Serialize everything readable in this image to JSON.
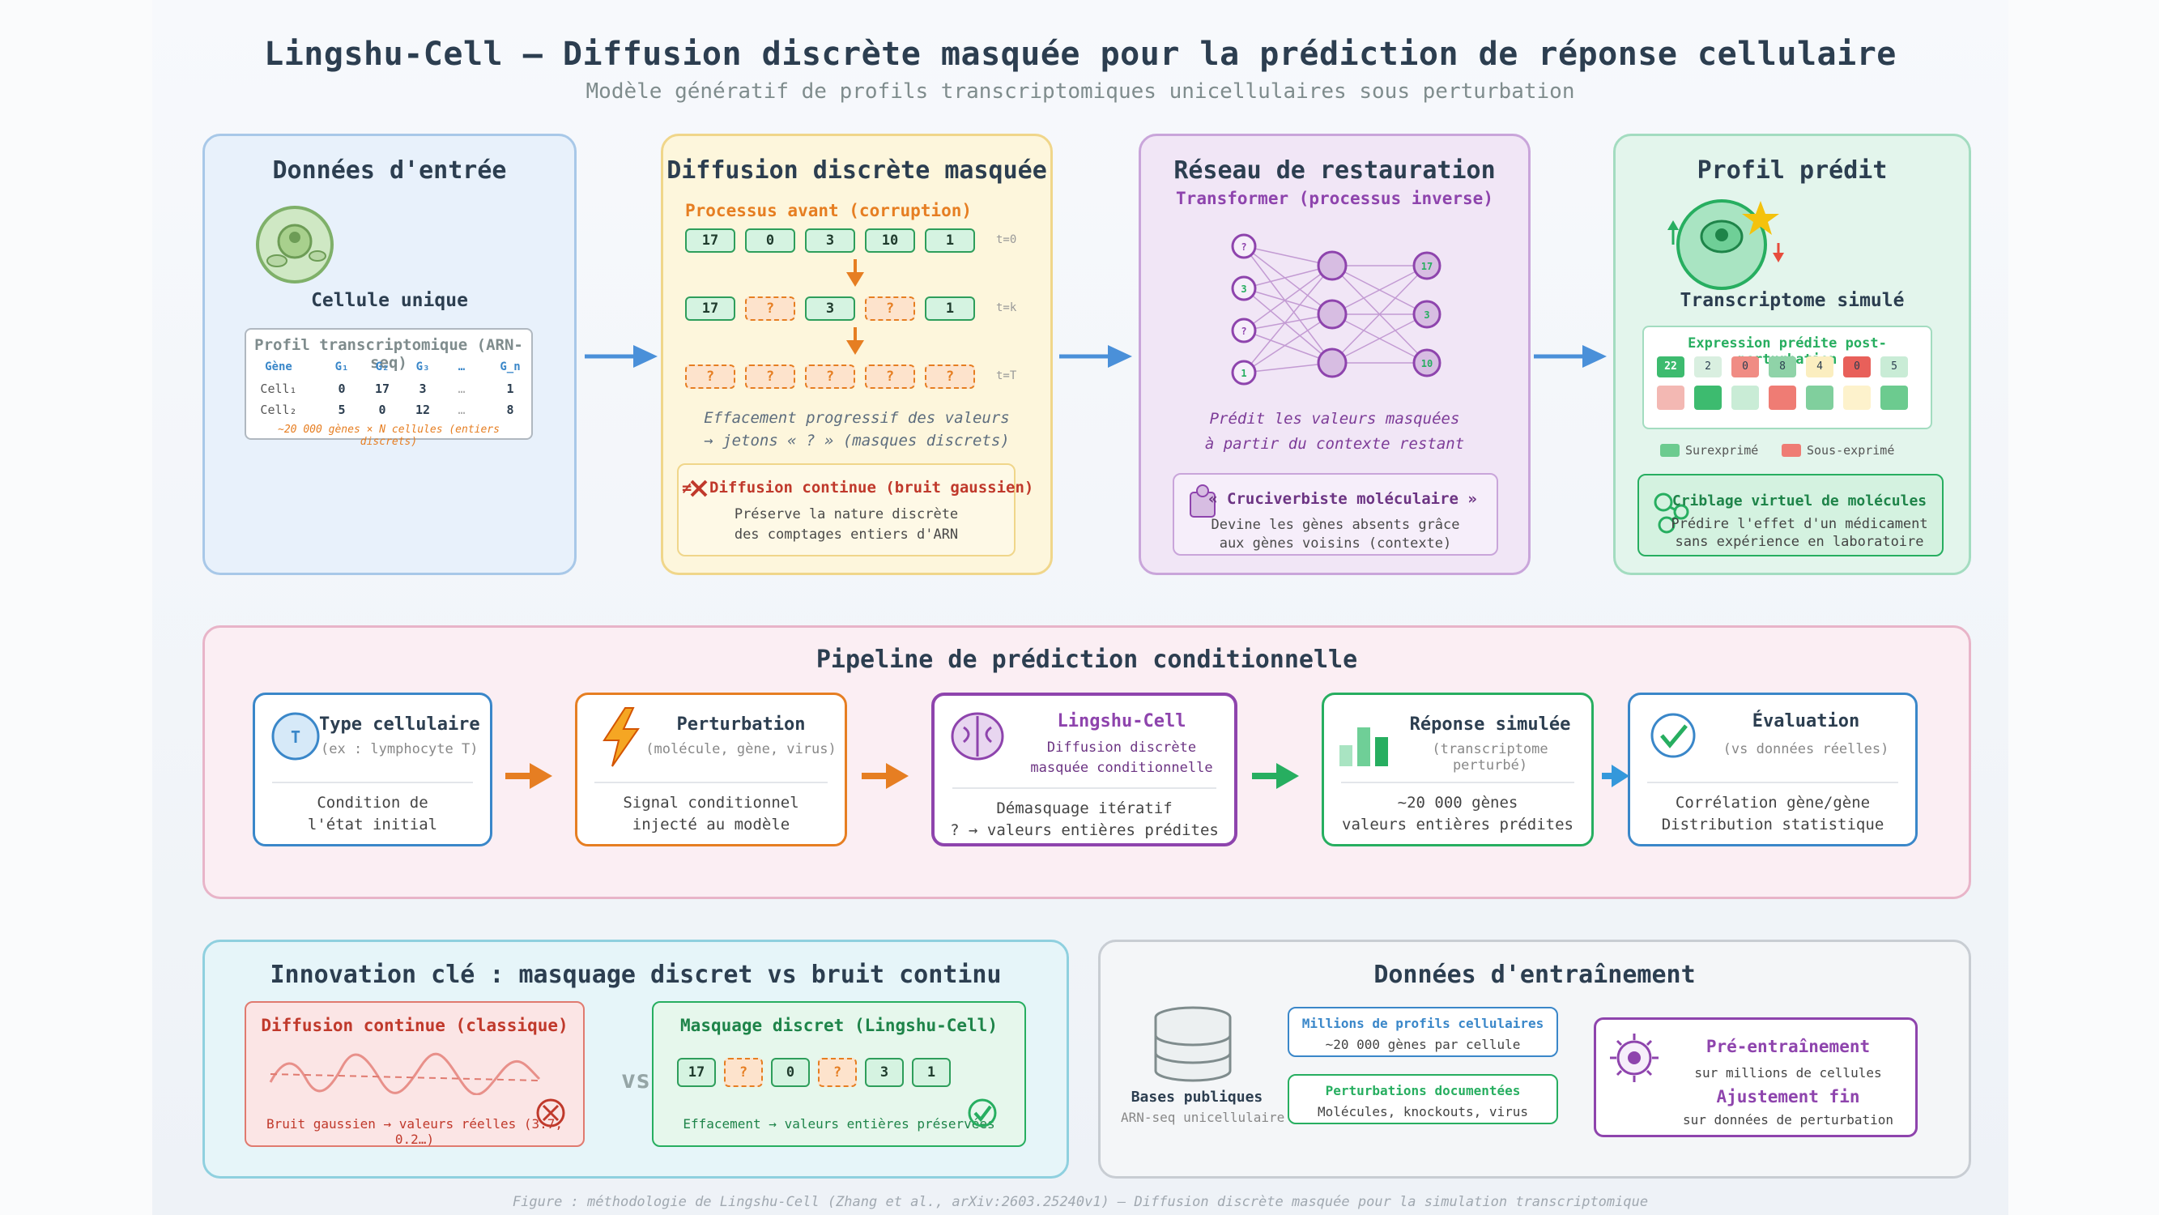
{
  "header": {
    "title": "Lingshu-Cell — Diffusion discrète masquée pour la prédiction de réponse cellulaire",
    "subtitle": "Modèle génératif de profils transcriptomiques unicellulaires sous perturbation"
  },
  "input_panel": {
    "title": "Données d'entrée",
    "cell_label": "Cellule unique",
    "table_title": "Profil transcriptomique (ARN-seq)",
    "table_header": [
      "Gène",
      "G₁",
      "G₂",
      "G₃",
      "…",
      "G_n"
    ],
    "rows": [
      [
        "Cell₁",
        "0",
        "17",
        "3",
        "…",
        "1"
      ],
      [
        "Cell₂",
        "5",
        "0",
        "12",
        "…",
        "8"
      ]
    ],
    "table_note": "~20 000 gènes × N cellules (entiers discrets)"
  },
  "diffusion_panel": {
    "title": "Diffusion discrète masquée",
    "process_label": "Processus avant (corruption)",
    "rows": [
      {
        "tokens": [
          "17",
          "0",
          "3",
          "10",
          "1"
        ],
        "masked": [
          false,
          false,
          false,
          false,
          false
        ],
        "time": "t=0"
      },
      {
        "tokens": [
          "17",
          "?",
          "3",
          "?",
          "1"
        ],
        "masked": [
          false,
          true,
          false,
          true,
          false
        ],
        "time": "t=k"
      },
      {
        "tokens": [
          "?",
          "?",
          "?",
          "?",
          "?"
        ],
        "masked": [
          true,
          true,
          true,
          true,
          true
        ],
        "time": "t=T"
      }
    ],
    "caption_1": "Effacement progressif des valeurs",
    "caption_2": "→ jetons « ? » (masques discrets)",
    "note_title": "Diffusion continue (bruit gaussien)",
    "note_symbol": "≠",
    "note_1": "Préserve la nature discrète",
    "note_2": "des comptages entiers d'ARN"
  },
  "restoration_panel": {
    "title": "Réseau de restauration",
    "subtitle": "Transformer (processus inverse)",
    "input_nodes": [
      "?",
      "3",
      "?",
      "1"
    ],
    "output_nodes": [
      "17",
      "3",
      "10"
    ],
    "caption_1": "Prédit les valeurs masquées",
    "caption_2": "à partir du contexte restant",
    "note_title": "« Cruciverbiste moléculaire »",
    "note_1": "Devine les gènes absents grâce",
    "note_2": "aux gènes voisins (contexte)"
  },
  "output_panel": {
    "title": "Profil prédit",
    "cell_label": "Transcriptome simulé",
    "heatmap_title": "Expression prédite post-perturbation",
    "heatmap_row1": [
      "22",
      "2",
      "0",
      "8",
      "4",
      "0",
      "5"
    ],
    "heatmap_colors_row1": [
      "#3dbb6f",
      "#d9efe0",
      "#f08c84",
      "#8fd3a8",
      "#fbeec0",
      "#e8605a",
      "#c9ecd6"
    ],
    "heatmap_colors_row2": [
      "#f3b8b3",
      "#3dbb6f",
      "#c9ecd6",
      "#ef7c74",
      "#80cf9d",
      "#fdf2cc",
      "#6ccb8f"
    ],
    "legend_up": "Surexprimé",
    "legend_down": "Sous-exprimé",
    "color_up": "#6ccb8f",
    "color_down": "#ef7c74",
    "screen_title": "Criblage virtuel de molécules",
    "screen_1": "Prédire l'effet d'un médicament",
    "screen_2": "sans expérience en laboratoire"
  },
  "pipeline": {
    "title": "Pipeline de prédiction conditionnelle",
    "steps": [
      {
        "title": "Type cellulaire",
        "sub": "(ex : lymphocyte T)",
        "desc_1": "Condition de",
        "desc_2": "l'état initial",
        "icon_text": "T"
      },
      {
        "title": "Perturbation",
        "sub": "(molécule, gène, virus)",
        "desc_1": "Signal conditionnel",
        "desc_2": "injecté au modèle"
      },
      {
        "title": "Lingshu-Cell",
        "sub": "Diffusion discrète",
        "sub_2": "masquée conditionnelle",
        "desc_1": "Démasquage itératif",
        "desc_2": "? → valeurs entières prédites"
      },
      {
        "title": "Réponse simulée",
        "sub": "(transcriptome perturbé)",
        "desc_1": "~20 000 gènes",
        "desc_2": "valeurs entières prédites"
      },
      {
        "title": "Évaluation",
        "sub": "(vs données réelles)",
        "desc_1": "Corrélation gène/gène",
        "desc_2": "Distribution statistique"
      }
    ]
  },
  "innovation": {
    "title": "Innovation clé : masquage discret vs bruit continu",
    "left_title": "Diffusion continue (classique)",
    "left_caption": "Bruit gaussien → valeurs réelles (3.7, 0.2…)",
    "vs": "vs",
    "right_title": "Masquage discret (Lingshu-Cell)",
    "tokens": [
      "17",
      "?",
      "0",
      "?",
      "3",
      "1"
    ],
    "masked": [
      false,
      true,
      false,
      true,
      false,
      false
    ],
    "right_caption": "Effacement → valeurs entières préservées"
  },
  "training": {
    "title": "Données d'entraînement",
    "db_label": "Bases publiques",
    "db_sub": "ARN-seq unicellulaire",
    "box1_title": "Millions de profils cellulaires",
    "box1_sub": "~20 000 gènes par cellule",
    "box2_title": "Perturbations documentées",
    "box2_sub": "Molécules, knockouts, virus",
    "pre_title": "Pré-entraînement",
    "pre_sub": "sur millions de cellules",
    "fine_title": "Ajustement fin",
    "fine_sub": "sur données de perturbation"
  },
  "footer": {
    "caption": "Figure : méthodologie de Lingshu-Cell (Zhang et al., arXiv:2603.25240v1) — Diffusion discrète masquée pour la simulation transcriptomique"
  }
}
